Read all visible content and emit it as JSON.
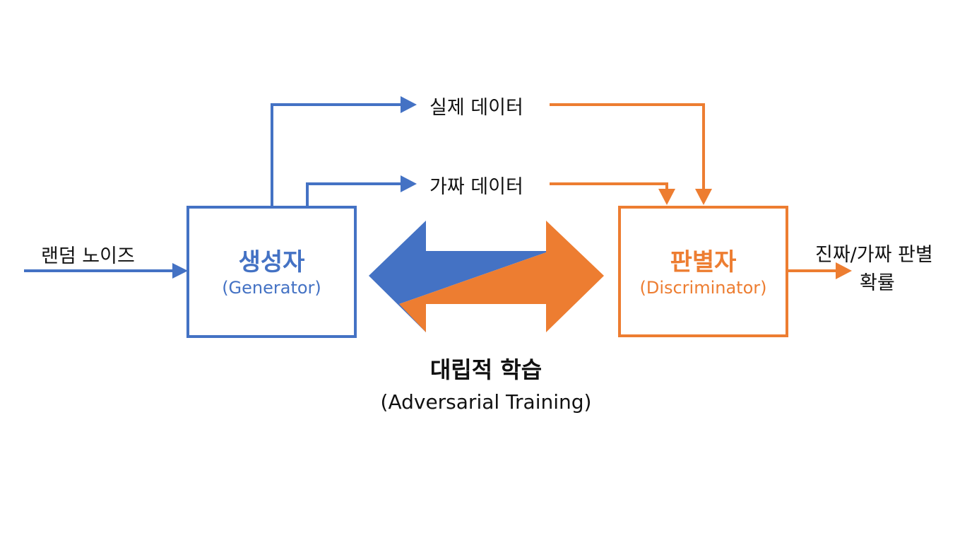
{
  "colors": {
    "generator": "#4472c4",
    "discriminator": "#ed7d31",
    "text": "#111111"
  },
  "input": {
    "label": "랜덤 노이즈"
  },
  "generator": {
    "title": "생성자",
    "subtitle": "(Generator)"
  },
  "discriminator": {
    "title": "판별자",
    "subtitle": "(Discriminator)"
  },
  "data_flows": {
    "real": "실제 데이터",
    "fake": "가짜 데이터"
  },
  "adversarial": {
    "title": "대립적 학습",
    "subtitle": "(Adversarial Training)"
  },
  "output": {
    "line1": "진짜/가짜 판별",
    "line2": "확률"
  }
}
